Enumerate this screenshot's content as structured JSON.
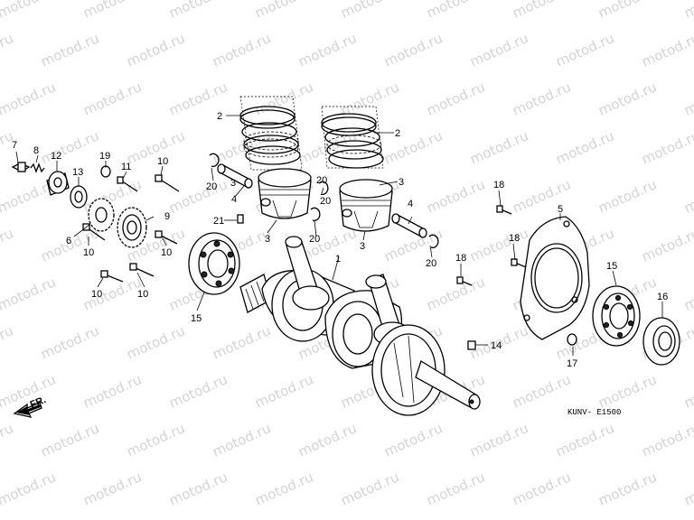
{
  "watermark": {
    "text": "motod.ru"
  },
  "diagram_code": "KUNV- E1500",
  "direction_label": "FR.",
  "part_labels": {
    "p1": "1",
    "p2a": "2",
    "p2b": "2",
    "p3a": "3",
    "p3b": "3",
    "p3c": "3",
    "p3d": "3",
    "p4a": "4",
    "p4b": "4",
    "p5": "5",
    "p6": "6",
    "p7": "7",
    "p8": "8",
    "p9": "9",
    "p10a": "10",
    "p10b": "10",
    "p10c": "10",
    "p10d": "10",
    "p10e": "10",
    "p11": "11",
    "p12": "12",
    "p13": "13",
    "p14": "14",
    "p15a": "15",
    "p15b": "15",
    "p16": "16",
    "p17": "17",
    "p18a": "18",
    "p18b": "18",
    "p18c": "18",
    "p19": "19",
    "p20a": "20",
    "p20b": "20",
    "p20c": "20",
    "p20d": "20",
    "p20e": "20",
    "p21": "21"
  }
}
